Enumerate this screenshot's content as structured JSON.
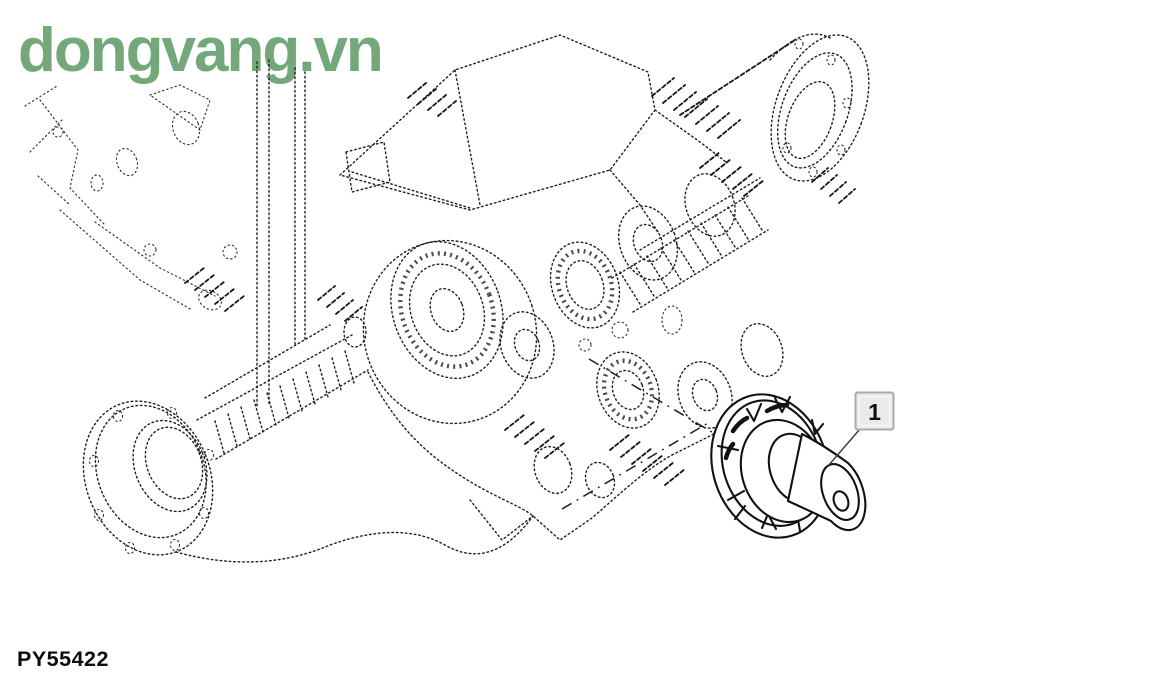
{
  "watermark": {
    "text": "dongvang.vn",
    "color": "#74a87b"
  },
  "callout": {
    "label": "1"
  },
  "figure": {
    "part_code": "PY55422"
  },
  "colors": {
    "background": "#ffffff",
    "drawing_line": "#1f1f1f",
    "callout_box_fill": "#eaeaea",
    "callout_box_border": "#ababab"
  }
}
